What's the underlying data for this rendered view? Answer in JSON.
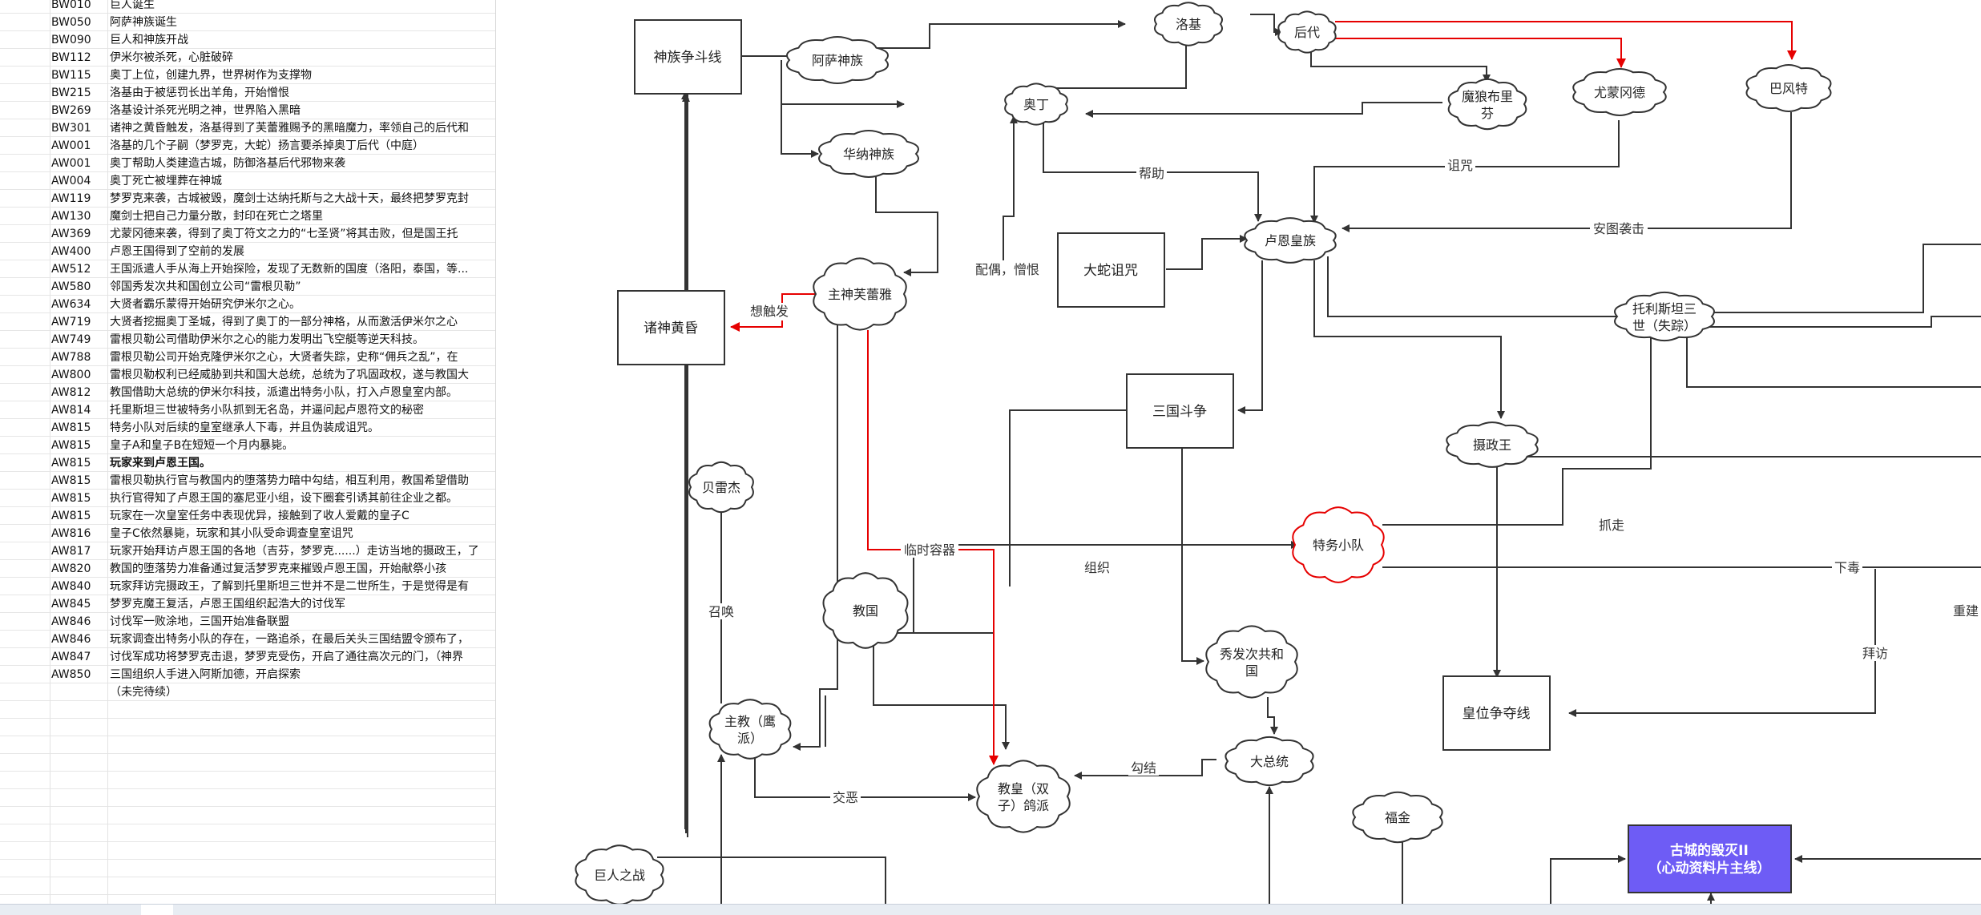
{
  "sheet": {
    "rows": [
      {
        "code": "BW010",
        "desc": "巨人诞生"
      },
      {
        "code": "BW050",
        "desc": "阿萨神族诞生"
      },
      {
        "code": "BW090",
        "desc": "巨人和神族开战"
      },
      {
        "code": "BW112",
        "desc": "伊米尔被杀死，心脏破碎"
      },
      {
        "code": "BW115",
        "desc": "奥丁上位，创建九界，世界树作为支撑物"
      },
      {
        "code": "BW215",
        "desc": "洛基由于被惩罚长出羊角，开始憎恨"
      },
      {
        "code": "BW269",
        "desc": "洛基设计杀死光明之神，世界陷入黑暗"
      },
      {
        "code": "BW301",
        "desc": "诸神之黄昏触发，洛基得到了芙蕾雅赐予的黑暗魔力，率领自己的后代和"
      },
      {
        "code": "AW001",
        "desc": "洛基的几个子嗣（梦罗克，大蛇）扬言要杀掉奥丁后代（中庭）"
      },
      {
        "code": "AW001",
        "desc": "奥丁帮助人类建造古城，防御洛基后代邪物来袭"
      },
      {
        "code": "AW004",
        "desc": "奥丁死亡被埋葬在神城"
      },
      {
        "code": "AW119",
        "desc": "梦罗克来袭，古城被毁，魔剑士达纳托斯与之大战十天，最终把梦罗克封"
      },
      {
        "code": "AW130",
        "desc": "魔剑士把自己力量分散，封印在死亡之塔里"
      },
      {
        "code": "AW369",
        "desc": "尤蒙冈德来袭，得到了奥丁符文之力的“七圣贤”将其击败，但是国王托"
      },
      {
        "code": "AW400",
        "desc": "卢恩王国得到了空前的发展"
      },
      {
        "code": "AW512",
        "desc": "王国派遣人手从海上开始探险，发现了无数新的国度（洛阳，泰国，等..."
      },
      {
        "code": "AW580",
        "desc": "邻国秀发次共和国创立公司“雷根贝勒”"
      },
      {
        "code": "AW634",
        "desc": "大贤者霸乐蒙得开始研究伊米尔之心。"
      },
      {
        "code": "AW719",
        "desc": "大贤者挖掘奥丁圣城，得到了奥丁的一部分神格，从而激活伊米尔之心"
      },
      {
        "code": "AW749",
        "desc": "雷根贝勒公司借助伊米尔之心的能力发明出飞空艇等逆天科技。"
      },
      {
        "code": "AW788",
        "desc": "雷根贝勒公司开始克隆伊米尔之心，大贤者失踪，史称“佣兵之乱”，在"
      },
      {
        "code": "AW800",
        "desc": "雷根贝勒权利已经威胁到共和国大总统，总统为了巩固政权，遂与教国大"
      },
      {
        "code": "AW812",
        "desc": "教国借助大总统的伊米尔科技，派遣出特务小队，打入卢恩皇室内部。"
      },
      {
        "code": "AW814",
        "desc": "托里斯坦三世被特务小队抓到无名岛，并逼问起卢恩符文的秘密"
      },
      {
        "code": "AW815",
        "desc": "特务小队对后续的皇室继承人下毒，并且伪装成诅咒。"
      },
      {
        "code": "AW815",
        "desc": "皇子A和皇子B在短短一个月内暴毙。"
      },
      {
        "code": "AW815",
        "desc": "玩家来到卢恩王国。",
        "bold": true
      },
      {
        "code": "AW815",
        "desc": "雷根贝勒执行官与教国内的堕落势力暗中勾结，相互利用，教国希望借助"
      },
      {
        "code": "AW815",
        "desc": "执行官得知了卢恩王国的塞尼亚小组，设下圈套引诱其前往企业之都。"
      },
      {
        "code": "AW815",
        "desc": "玩家在一次皇室任务中表现优异，接触到了收人爱戴的皇子C"
      },
      {
        "code": "AW816",
        "desc": "皇子C依然暴毙，玩家和其小队受命调查皇室诅咒"
      },
      {
        "code": "AW817",
        "desc": "玩家开始拜访卢恩王国的各地（吉芬，梦罗克......）走访当地的摄政王，了"
      },
      {
        "code": "AW820",
        "desc": "教国的堕落势力准备通过复活梦罗克来摧毁卢恩王国，开始献祭小孩"
      },
      {
        "code": "AW840",
        "desc": "玩家拜访完摄政王，了解到托里斯坦三世并不是二世所生，于是觉得是有"
      },
      {
        "code": "AW845",
        "desc": "梦罗克魔王复活，卢恩王国组织起浩大的讨伐军"
      },
      {
        "code": "AW846",
        "desc": "讨伐军一败涂地，三国开始准备联盟"
      },
      {
        "code": "AW846",
        "desc": "玩家调查出特务小队的存在，一路追杀，在最后关头三国结盟令颁布了，"
      },
      {
        "code": "AW847",
        "desc": "讨伐军成功将梦罗克击退，梦罗克受伤，开启了通往高次元的门，（神界"
      },
      {
        "code": "AW850",
        "desc": "三国组织人手进入阿斯加德，开启探索"
      },
      {
        "code": "",
        "desc": "（未完待续）"
      }
    ]
  },
  "diagram": {
    "boxes": {
      "shenzu_line": "神族争斗线",
      "zhushen_huanghun": "诸神黄昏",
      "dashe_zuzhou": "大蛇诅咒",
      "sanguo_douzheng": "三国斗争",
      "huangwei_zhengduo": "皇位争夺线",
      "gucheng_l1": "古城的毁灭II",
      "gucheng_l2": "（心动资料片主线）"
    },
    "clouds": {
      "asa": "阿萨神族",
      "luoji": "洛基",
      "houdai": "后代",
      "aoding": "奥丁",
      "molang_1": "魔狼布里",
      "molang_2": "芬",
      "youmeng": "尤蒙冈德",
      "bafengte": "巴风特",
      "huana": "华纳神族",
      "furei": "主神芙蕾雅",
      "luen": "卢恩皇族",
      "tuoli_1": "托利斯坦三",
      "tuoli_2": "世（失踪）",
      "shezhengwang": "摄政王",
      "beileijie": "贝雷杰",
      "tewu": "特务小队",
      "jiaoguo": "教国",
      "xiufa_1": "秀发次共和",
      "xiufa_2": "国",
      "zhujiao_1": "主教（鹰",
      "zhujiao_2": "派）",
      "dazongtong": "大总统",
      "jiaohuang_1": "教皇（双",
      "jiaohuang_2": "子）鸽派",
      "fujin": "福金",
      "juren": "巨人之战"
    },
    "labels": {
      "bangzhu": "帮助",
      "zuzhou": "诅咒",
      "anwang": "安图袭击",
      "peiou": "配偶，憎恨",
      "xiangchufa": "想触发",
      "linshi": "临时容器",
      "zuzhi": "组织",
      "zhuazou": "抓走",
      "xiadu": "下毒",
      "zhaohuan": "召唤",
      "baifang": "拜访",
      "chongjian": "重建",
      "jiaoe": "交恶",
      "goujie": "勾结"
    }
  }
}
